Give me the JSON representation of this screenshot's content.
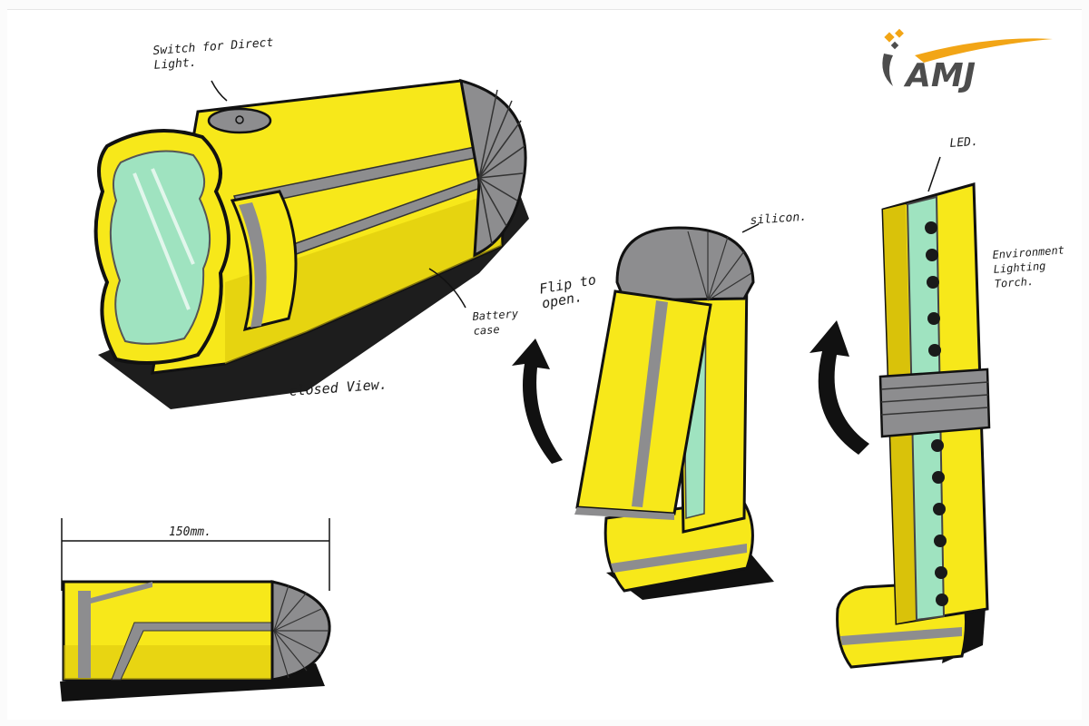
{
  "logo": {
    "text": "AMJ",
    "colors": {
      "orange": "#f2a516",
      "gray": "#4d4d4d"
    }
  },
  "annotations": {
    "switch": "Switch for Direct Light.",
    "battery_case": "Battery case",
    "closed_view": "closed View.",
    "dimension": "150mm.",
    "silicon": "silicon.",
    "flip_to_open": "Flip to open.",
    "led": "LED.",
    "environment": "Environment Lighting Torch."
  },
  "colors": {
    "yellow": "#f7e81a",
    "yellow_shade": "#d9c20a",
    "gray": "#8d8d8f",
    "dark_gray": "#5c5c5f",
    "green": "#9fe3c0",
    "black": "#111111"
  }
}
